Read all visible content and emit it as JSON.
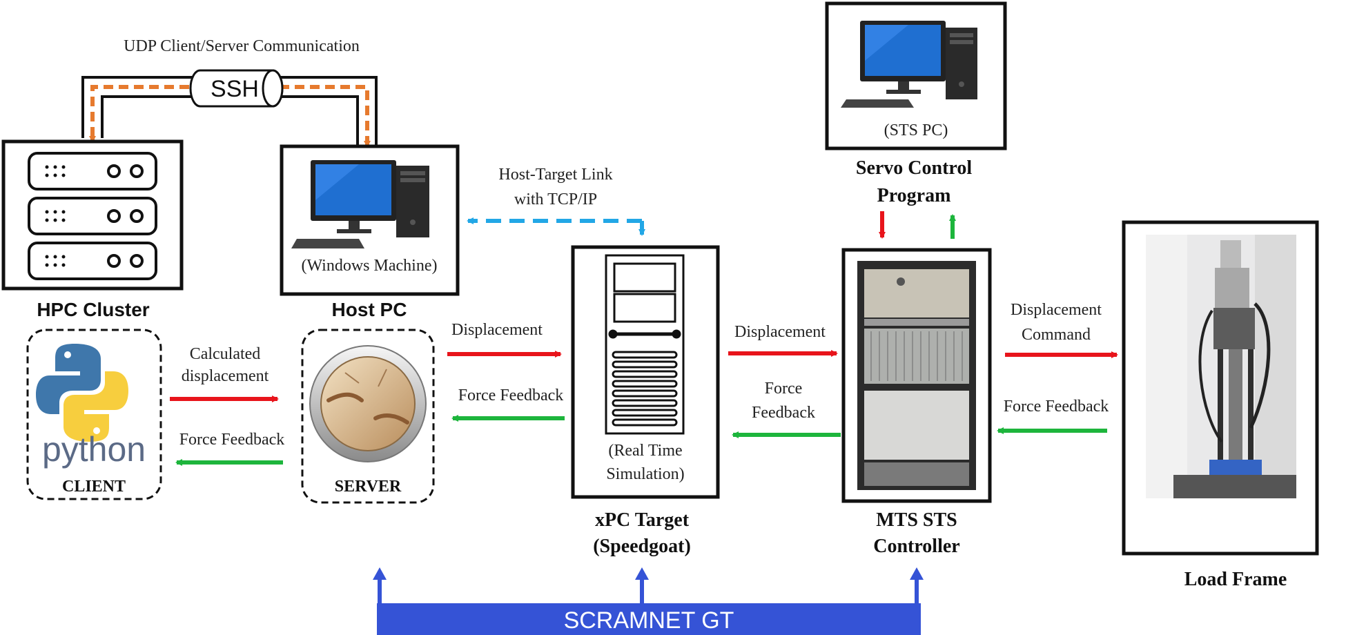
{
  "top_link": {
    "label": "UDP Client/Server Communication",
    "tunnel": "SSH"
  },
  "hpc": {
    "title": "HPC Cluster",
    "client_label": "CLIENT",
    "python_word": "python"
  },
  "host": {
    "title": "Host PC",
    "machine": "(Windows Machine)",
    "server_label": "SERVER"
  },
  "host_target_link": {
    "line1": "Host-Target Link",
    "line2": "with TCP/IP"
  },
  "xpc": {
    "title1": "xPC Target",
    "title2": "(Speedgoat)",
    "caption1": "(Real Time",
    "caption2": "Simulation)"
  },
  "sts_pc": {
    "caption": "(STS PC)",
    "title1": "Servo Control",
    "title2": "Program"
  },
  "mts": {
    "title1": "MTS STS",
    "title2": "Controller"
  },
  "load": {
    "title": "Load Frame"
  },
  "links": {
    "calc_disp1": "Calculated",
    "calc_disp2": "displacement",
    "force_feedback": "Force Feedback",
    "displacement": "Displacement",
    "force": "Force",
    "feedback": "Feedback",
    "disp_cmd1": "Displacement",
    "disp_cmd2": "Command"
  },
  "scramnet": "SCRAMNET GT",
  "colors": {
    "forward": "#e8141b",
    "feedback": "#1db53c",
    "tcp": "#22a7e6",
    "udp": "#e67a2e",
    "scramnet": "#3553d6"
  }
}
